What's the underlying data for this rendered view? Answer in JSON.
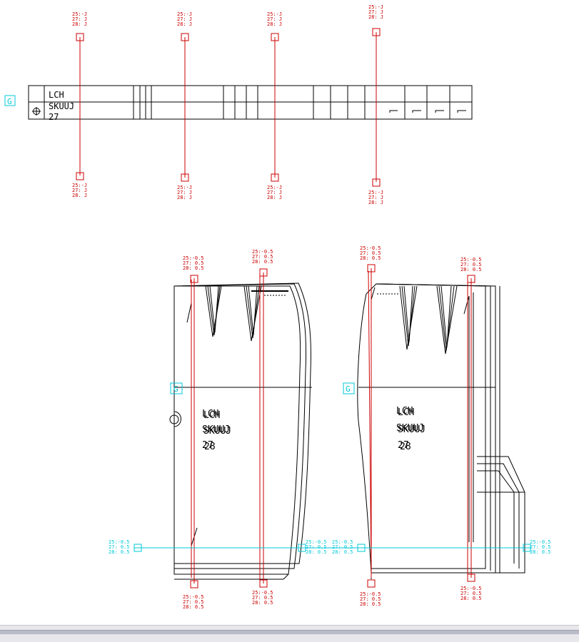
{
  "colors": {
    "pattern": "#000000",
    "grade_red": "#cc0000",
    "grade_cyan": "#00c8d8",
    "background": "#ffffff"
  },
  "piece_label": {
    "line1": "LCH",
    "line2": "SKUUJ",
    "line3": "27"
  },
  "grain_marker": "G",
  "target_icon": "crosshair-target-icon",
  "grade_rules_top": [
    [
      "25:-J",
      "27: J",
      "28: J"
    ],
    [
      "25:-J",
      "27: J",
      "28. J"
    ],
    [
      "25:-J",
      "27: J",
      "28: J"
    ],
    [
      "25:-J",
      "27: J",
      "28: J"
    ],
    [
      "25:-J",
      "27: J",
      "28: J"
    ],
    [
      "25:-J",
      "27: J",
      "28: J"
    ],
    [
      "25:-J",
      "27: J",
      "28: J"
    ],
    [
      "25:-J",
      "27: J",
      "28: J"
    ]
  ],
  "grade_rules_lower": [
    [
      "25:-0.5",
      "27: 0.5",
      "28: 0.5"
    ],
    [
      "25:-0.5",
      "27: 0.5",
      "28: 0.5"
    ],
    [
      "25:-0.5",
      "27: 0.5",
      "28: 0.5"
    ],
    [
      "25:-0.5",
      "27: 0.5",
      "28: 0.5"
    ],
    [
      "25:-0.5",
      "27: 0.5",
      "28: 0.5"
    ],
    [
      "25:-0.5",
      "27: 0.5",
      "28: 0.5"
    ],
    [
      "25:-0.5",
      "27: 0.5",
      "28: 0.5"
    ],
    [
      "25:-0.5",
      "27: 0.5",
      "28: 0.5"
    ]
  ],
  "grade_rules_cyan": [
    [
      "25:-0.5",
      "27: 0.5",
      "28: 0.5"
    ],
    [
      "25:-0.5",
      "27: 0.5",
      "28: 0.5"
    ],
    [
      "25:-0.5",
      "27: 0.5",
      "28: 0.5"
    ],
    [
      "25:-0.5",
      "27: 0.5",
      "28: 0.5"
    ]
  ]
}
